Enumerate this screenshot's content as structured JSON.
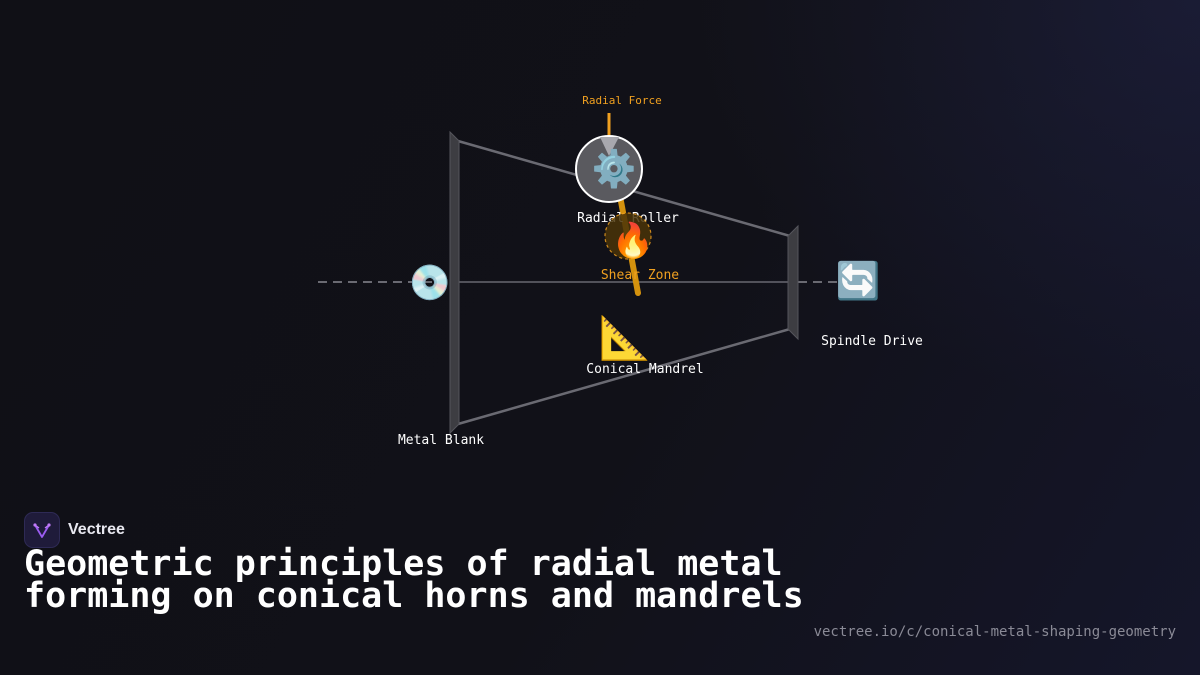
{
  "diagram": {
    "labels": {
      "radial_force": "Radial Force",
      "radial_roller": "Radial Roller",
      "shear_zone": "Shear Zone",
      "conical_mandrel": "Conical Mandrel",
      "metal_blank": "Metal Blank",
      "spindle_drive": "Spindle Drive"
    },
    "icons": {
      "roller": "gear-icon",
      "shear": "fire-icon",
      "mandrel": "triangular-ruler-icon",
      "blank": "disc-icon",
      "spindle": "rotate-arrows-icon"
    },
    "colors": {
      "force": "#f0a020",
      "outline": "#6a6a72",
      "plate": "#3d3d42",
      "axis": "#9a9aa2"
    }
  },
  "brand": {
    "name": "Vectree"
  },
  "title": "Geometric principles of radial metal forming on conical horns and mandrels",
  "url": "vectree.io/c/conical-metal-shaping-geometry"
}
